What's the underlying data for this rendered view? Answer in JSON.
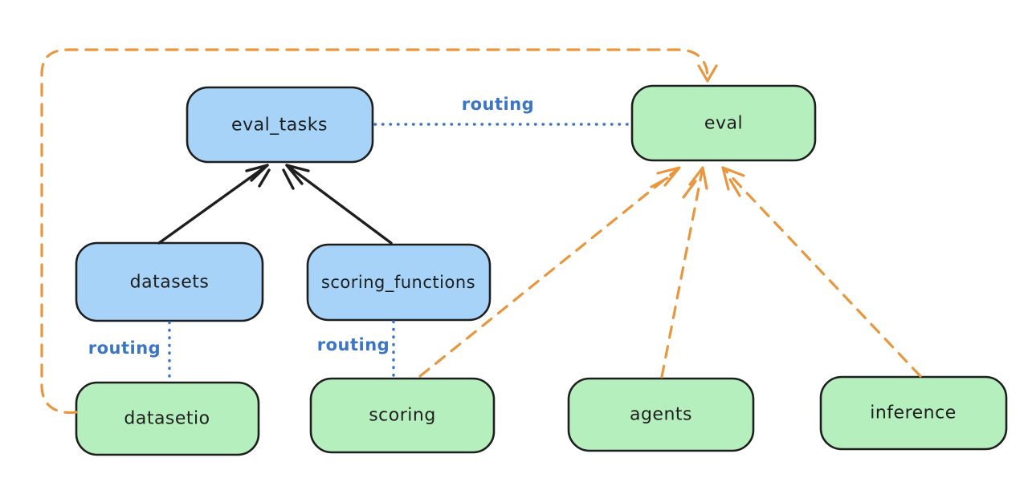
{
  "colors": {
    "background": "#ffffff",
    "blue_fill": "#a6d3f7",
    "green_fill": "#b5efbe",
    "node_border": "#1e1e1e",
    "text_color": "#1e1e1e",
    "routing_blue": "#3b76c6",
    "orange": "#e9973e",
    "arrow_black": "#1e1e1e"
  },
  "nodes": {
    "eval_tasks": {
      "label": "eval_tasks",
      "kind": "registry"
    },
    "eval": {
      "label": "eval",
      "kind": "api"
    },
    "datasets": {
      "label": "datasets",
      "kind": "registry"
    },
    "scoring_functions": {
      "label": "scoring_functions",
      "kind": "registry"
    },
    "datasetio": {
      "label": "datasetio",
      "kind": "api"
    },
    "scoring": {
      "label": "scoring",
      "kind": "api"
    },
    "agents": {
      "label": "agents",
      "kind": "api"
    },
    "inference": {
      "label": "inference",
      "kind": "api"
    }
  },
  "edge_labels": {
    "routing_eval_tasks_eval": "routing",
    "routing_datasets_datasetio": "routing",
    "routing_scoring_functions_scoring": "routing"
  },
  "edges": [
    {
      "from": "datasets",
      "to": "eval_tasks",
      "style": "solid-black-arrow"
    },
    {
      "from": "scoring_functions",
      "to": "eval_tasks",
      "style": "solid-black-arrow"
    },
    {
      "from": "eval_tasks",
      "to": "eval",
      "style": "blue-dotted",
      "label": "routing"
    },
    {
      "from": "datasets",
      "to": "datasetio",
      "style": "blue-dotted",
      "label": "routing"
    },
    {
      "from": "scoring_functions",
      "to": "scoring",
      "style": "blue-dotted",
      "label": "routing"
    },
    {
      "from": "datasetio",
      "to": "eval",
      "style": "orange-dashed-arrow",
      "path": "loop-left-top"
    },
    {
      "from": "scoring",
      "to": "eval",
      "style": "orange-dashed-arrow"
    },
    {
      "from": "agents",
      "to": "eval",
      "style": "orange-dashed-arrow"
    },
    {
      "from": "inference",
      "to": "eval",
      "style": "orange-dashed-arrow"
    }
  ]
}
